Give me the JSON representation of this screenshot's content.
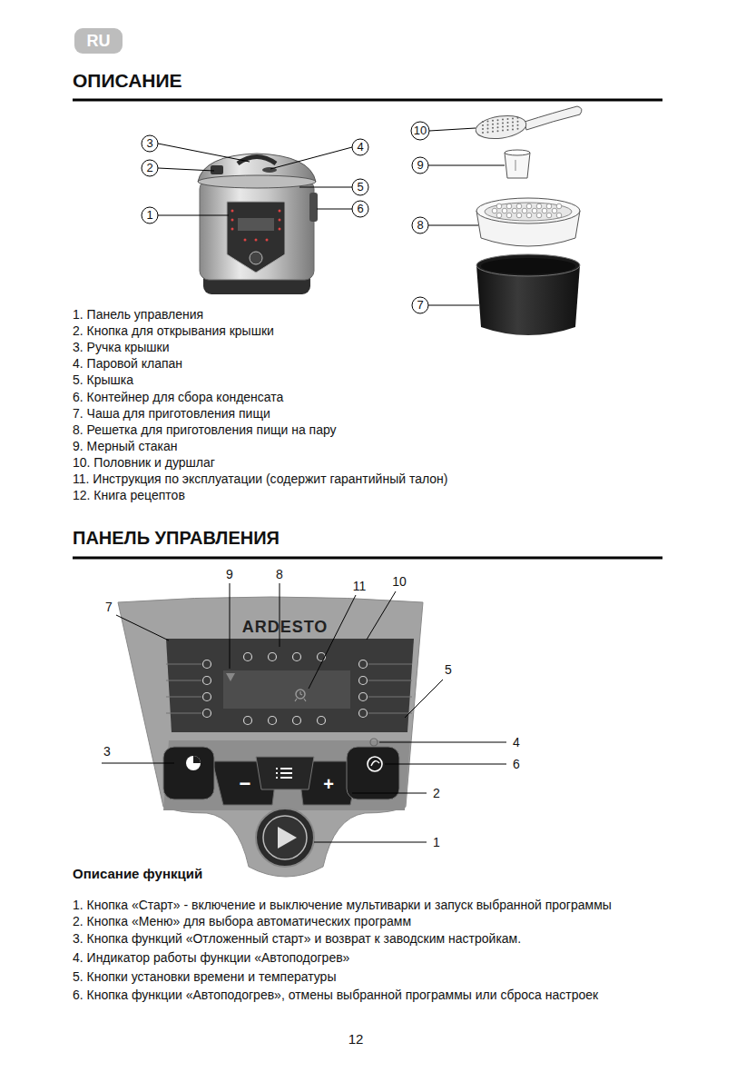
{
  "diagram": {
    "title": "ОПИСАНИЕ",
    "nodes": [
      {
        "text": [
          "RU"
        ]
      }
    ],
    "labels": [
      "3",
      "2",
      "1",
      "4",
      "5",
      "6",
      "10",
      "9",
      "8",
      "7",
      "1. Панель управления",
      "2. Кнопка для открывания крышки",
      "3. Ручка крышки",
      "4. Паровой клапан",
      "5. Крышка",
      "6. Контейнер для сбора конденсата",
      "7. Чаша для приготовления пищи",
      "8. Решетка для приготовления пищи на пару",
      "9. Мерный стакан",
      "10. Половник и дуршлаг",
      "11. Инструкция по эксплуатации (содержит гарантийный талон)",
      "12. Книга рецептов",
      "ПАНЕЛЬ УПРАВЛЕНИЯ",
      "9",
      "8",
      "11",
      "10",
      "7",
      "5",
      "3",
      "4",
      "6",
      "2",
      "1",
      "ARDESTO",
      "−",
      "+",
      "Описание функций",
      "1. Кнопка «Старт» - включение и выключение мультиварки и запуск выбранной программы",
      "2. Кнопка «Меню» для выбора автоматических программ",
      "3. Кнопка функций «Отложенный старт» и возврат к заводским настройкам.",
      "4. Индикатор работы функции «Автоподогрев»",
      "5. Кнопки установки времени и температуры",
      "6. Кнопка функции «Автоподогрев», отмены выбранной программы или сброса настроек",
      "12"
    ]
  }
}
